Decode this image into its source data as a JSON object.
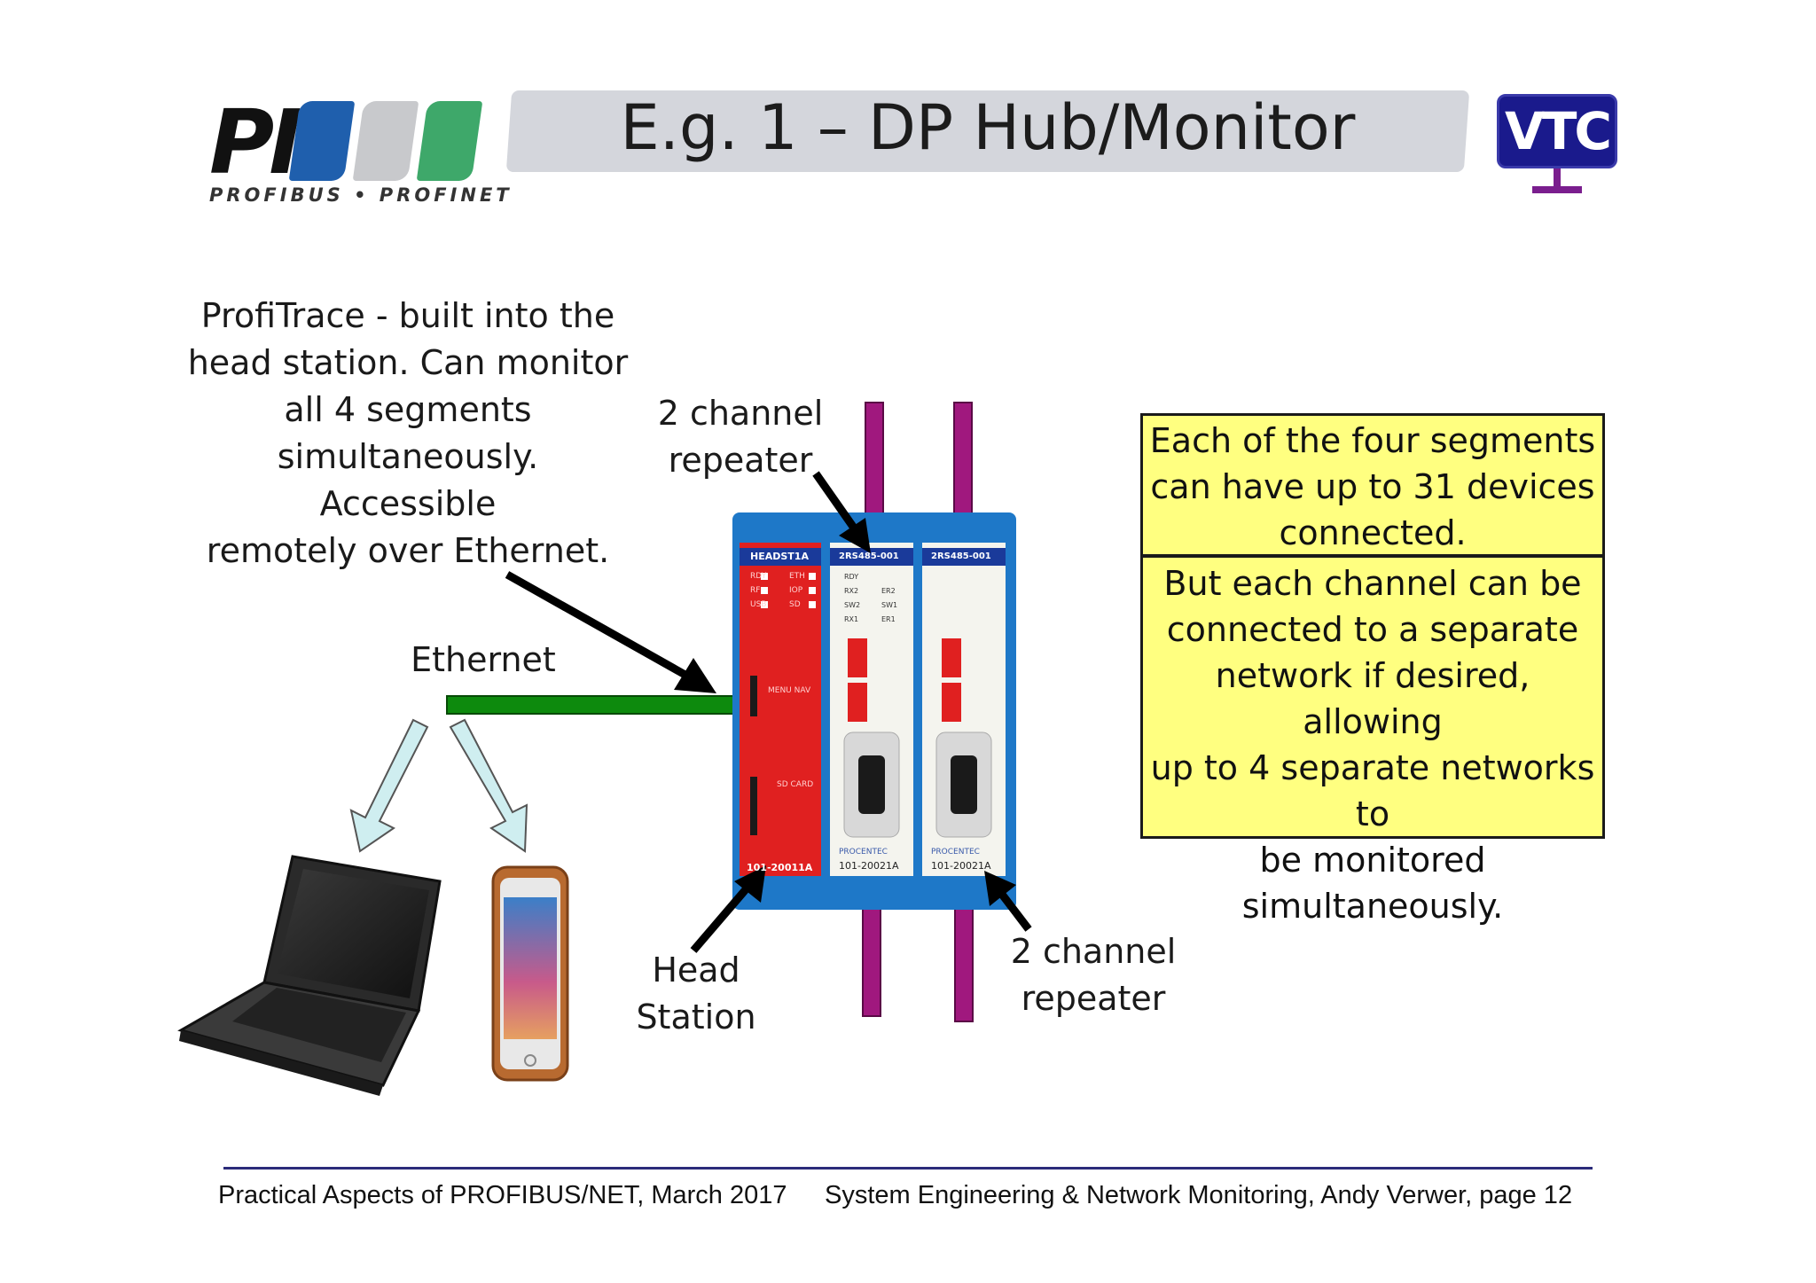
{
  "logo": {
    "letters": "PI",
    "tagline": "PROFIBUS • PROFINET",
    "colors": {
      "blue": "#1f5fad",
      "grey": "#c8c9cc",
      "green": "#3ea86a"
    }
  },
  "title": "E.g. 1 – DP Hub/Monitor",
  "vtc_logo": {
    "text": "VTC",
    "bg": "#1a1a8c",
    "stand": "#7a1e8e"
  },
  "profitrace_note": [
    "ProfiTrace - built into the",
    "head station. Can monitor",
    "all 4 segments",
    "simultaneously. Accessible",
    "remotely over Ethernet."
  ],
  "labels": {
    "repeater_top": [
      "2 channel",
      "repeater"
    ],
    "ethernet": "Ethernet",
    "head_station": [
      "Head",
      "Station"
    ],
    "repeater_bottom": [
      "2 channel",
      "repeater"
    ]
  },
  "info_box": {
    "part1": [
      "Each of the four segments",
      "can have up to 31 devices",
      "connected."
    ],
    "part2": [
      "But each channel can be",
      "connected to a separate",
      "network if desired, allowing",
      "up to 4 separate networks to",
      "be monitored",
      "simultaneously."
    ]
  },
  "hardware": {
    "head": {
      "top_label": "HEADST1A",
      "bottom_label": "101-20011A",
      "menu": "MENU NAV",
      "sd": "SD CARD",
      "leds": [
        "RDY",
        "ETH",
        "RF",
        "IOP",
        "USB",
        "SD"
      ]
    },
    "repeater1": {
      "top_label": "2RS485-001",
      "brand": "PROCENTEC",
      "bottom_label": "101-20021A",
      "leds": [
        "RDY",
        "RX2",
        "ER2",
        "SW2",
        "SW1",
        "RX1",
        "ER1"
      ]
    },
    "repeater2": {
      "top_label": "2RS485-001",
      "brand": "PROCENTEC",
      "bottom_label": "101-20021A"
    }
  },
  "colors": {
    "bus_cable": "#a0187e",
    "ethernet_cable": "#0d8a0d",
    "module_blue": "#1e78c8",
    "head_red": "#e02020",
    "info_box_bg": "#ffff80",
    "footer_line": "#2b2b7a"
  },
  "footer": {
    "left": "Practical Aspects of PROFIBUS/NET, March 2017",
    "right": "System Engineering & Network Monitoring,  Andy Verwer,   page  12"
  }
}
